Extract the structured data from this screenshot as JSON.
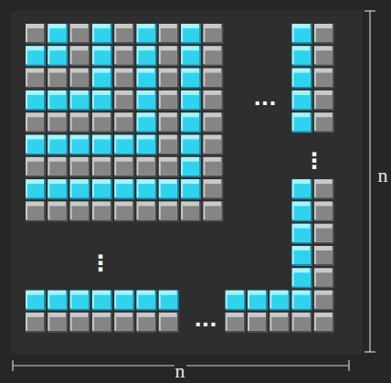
{
  "diagram": {
    "labels": [
      "...",
      "⋮",
      "⋮",
      "...",
      "n",
      "n"
    ]
  }
}
